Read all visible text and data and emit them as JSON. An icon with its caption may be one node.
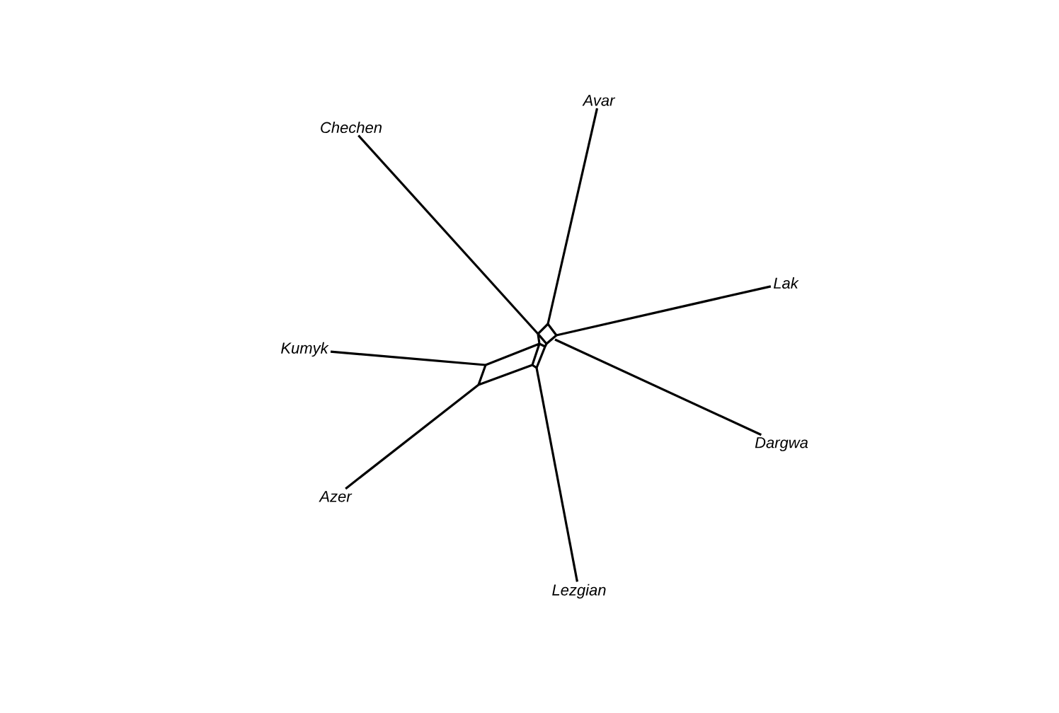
{
  "diagram": {
    "nodes": [
      {
        "text": [
          "Chechen"
        ]
      },
      {
        "text": [
          "Avar"
        ]
      },
      {
        "text": [
          "Lak"
        ]
      },
      {
        "text": [
          "Kumyk"
        ]
      },
      {
        "text": [
          "Dargwa"
        ]
      },
      {
        "text": [
          "Azer"
        ]
      },
      {
        "text": [
          "Lezgian"
        ]
      },
      {
        "text": [],
        "shape": "picture"
      }
    ],
    "edges": [
      {
        "from": 0,
        "to": 7,
        "arrow": "none"
      },
      {
        "from": 1,
        "to": 7,
        "arrow": "none"
      },
      {
        "from": 2,
        "to": 7,
        "arrow": "none"
      },
      {
        "from": 3,
        "to": 7,
        "arrow": "none"
      },
      {
        "from": 4,
        "to": 7,
        "arrow": "none"
      },
      {
        "from": 5,
        "to": 7,
        "arrow": "none"
      },
      {
        "from": 6,
        "to": 7,
        "arrow": "none"
      }
    ]
  }
}
